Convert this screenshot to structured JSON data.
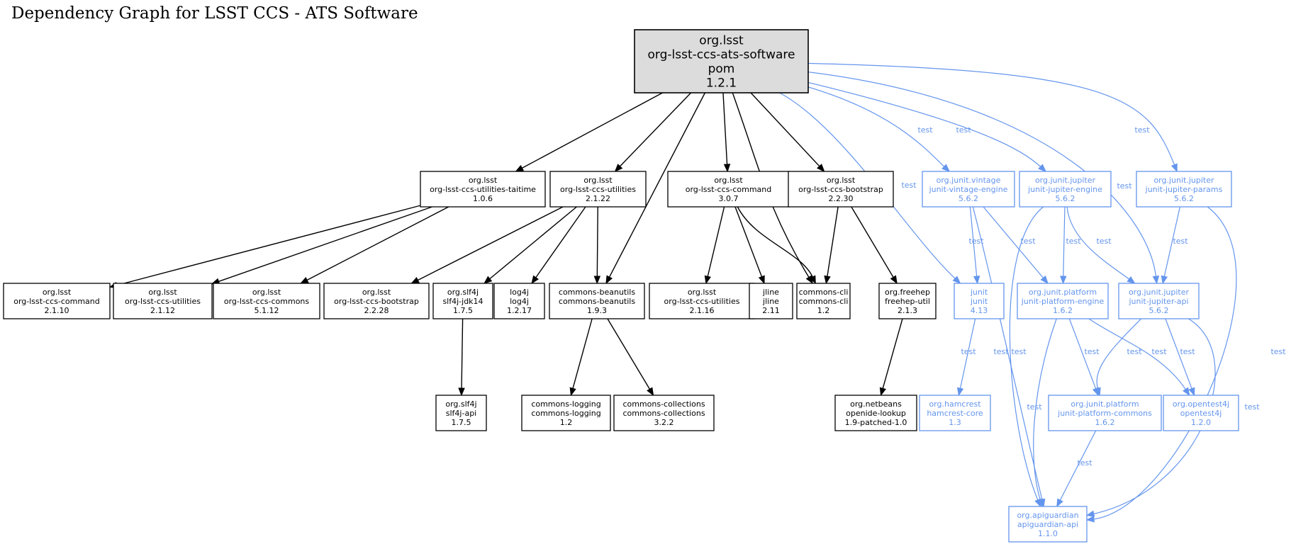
{
  "title": "Dependency Graph for LSST CCS - ATS Software",
  "colors": {
    "compile": "#000000",
    "test": "#6495ED",
    "root_fill": "#DCDCDC"
  },
  "nodes": [
    {
      "id": "root",
      "lines": [
        "org.lsst",
        "org-lsst-ccs-ats-software",
        "pom",
        "1.2.1"
      ],
      "kind": "root"
    },
    {
      "id": "taitime",
      "lines": [
        "org.lsst",
        "org-lsst-ccs-utilities-taitime",
        "1.0.6"
      ],
      "kind": "compile"
    },
    {
      "id": "util2122",
      "lines": [
        "org.lsst",
        "org-lsst-ccs-utilities",
        "2.1.22"
      ],
      "kind": "compile"
    },
    {
      "id": "cmd307",
      "lines": [
        "org.lsst",
        "org-lsst-ccs-command",
        "3.0.7"
      ],
      "kind": "compile"
    },
    {
      "id": "boot2230",
      "lines": [
        "org.lsst",
        "org-lsst-ccs-bootstrap",
        "2.2.30"
      ],
      "kind": "compile"
    },
    {
      "id": "vintage",
      "lines": [
        "org.junit.vintage",
        "junit-vintage-engine",
        "5.6.2"
      ],
      "kind": "test"
    },
    {
      "id": "jupeng",
      "lines": [
        "org.junit.jupiter",
        "junit-jupiter-engine",
        "5.6.2"
      ],
      "kind": "test"
    },
    {
      "id": "jupparams",
      "lines": [
        "org.junit.jupiter",
        "junit-jupiter-params",
        "5.6.2"
      ],
      "kind": "test"
    },
    {
      "id": "cmd2110",
      "lines": [
        "org.lsst",
        "org-lsst-ccs-command",
        "2.1.10"
      ],
      "kind": "compile"
    },
    {
      "id": "util2112",
      "lines": [
        "org.lsst",
        "org-lsst-ccs-utilities",
        "2.1.12"
      ],
      "kind": "compile"
    },
    {
      "id": "commons5112",
      "lines": [
        "org.lsst",
        "org-lsst-ccs-commons",
        "5.1.12"
      ],
      "kind": "compile"
    },
    {
      "id": "boot2228",
      "lines": [
        "org.lsst",
        "org-lsst-ccs-bootstrap",
        "2.2.28"
      ],
      "kind": "compile"
    },
    {
      "id": "slf4jdk",
      "lines": [
        "org.slf4j",
        "slf4j-jdk14",
        "1.7.5"
      ],
      "kind": "compile"
    },
    {
      "id": "log4j",
      "lines": [
        "log4j",
        "log4j",
        "1.2.17"
      ],
      "kind": "compile"
    },
    {
      "id": "beanutils",
      "lines": [
        "commons-beanutils",
        "commons-beanutils",
        "1.9.3"
      ],
      "kind": "compile"
    },
    {
      "id": "util2116",
      "lines": [
        "org.lsst",
        "org-lsst-ccs-utilities",
        "2.1.16"
      ],
      "kind": "compile"
    },
    {
      "id": "jline",
      "lines": [
        "jline",
        "jline",
        "2.11"
      ],
      "kind": "compile"
    },
    {
      "id": "cli",
      "lines": [
        "commons-cli",
        "commons-cli",
        "1.2"
      ],
      "kind": "compile"
    },
    {
      "id": "freehep",
      "lines": [
        "org.freehep",
        "freehep-util",
        "2.1.3"
      ],
      "kind": "compile"
    },
    {
      "id": "junit",
      "lines": [
        "junit",
        "junit",
        "4.13"
      ],
      "kind": "test"
    },
    {
      "id": "platengine",
      "lines": [
        "org.junit.platform",
        "junit-platform-engine",
        "1.6.2"
      ],
      "kind": "test"
    },
    {
      "id": "jupapi",
      "lines": [
        "org.junit.jupiter",
        "junit-jupiter-api",
        "5.6.2"
      ],
      "kind": "test"
    },
    {
      "id": "slf4japi",
      "lines": [
        "org.slf4j",
        "slf4j-api",
        "1.7.5"
      ],
      "kind": "compile"
    },
    {
      "id": "logging",
      "lines": [
        "commons-logging",
        "commons-logging",
        "1.2"
      ],
      "kind": "compile"
    },
    {
      "id": "collections",
      "lines": [
        "commons-collections",
        "commons-collections",
        "3.2.2"
      ],
      "kind": "compile"
    },
    {
      "id": "openide",
      "lines": [
        "org.netbeans",
        "openide-lookup",
        "1.9-patched-1.0"
      ],
      "kind": "compile"
    },
    {
      "id": "hamcrest",
      "lines": [
        "org.hamcrest",
        "hamcrest-core",
        "1.3"
      ],
      "kind": "test"
    },
    {
      "id": "platcommons",
      "lines": [
        "org.junit.platform",
        "junit-platform-commons",
        "1.6.2"
      ],
      "kind": "test"
    },
    {
      "id": "opentest4j",
      "lines": [
        "org.opentest4j",
        "opentest4j",
        "1.2.0"
      ],
      "kind": "test"
    },
    {
      "id": "apiguardian",
      "lines": [
        "org.apiguardian",
        "apiguardian-api",
        "1.1.0"
      ],
      "kind": "test"
    }
  ],
  "edges": [
    {
      "id": "e1",
      "from": "root",
      "to": "taitime",
      "kind": "compile",
      "label": ""
    },
    {
      "id": "e2",
      "from": "root",
      "to": "util2122",
      "kind": "compile",
      "label": ""
    },
    {
      "id": "e3",
      "from": "root",
      "to": "beanutils",
      "kind": "compile",
      "label": ""
    },
    {
      "id": "e4",
      "from": "root",
      "to": "cmd307",
      "kind": "compile",
      "label": ""
    },
    {
      "id": "e5",
      "from": "root",
      "to": "cli",
      "kind": "compile",
      "label": ""
    },
    {
      "id": "e6",
      "from": "root",
      "to": "boot2230",
      "kind": "compile",
      "label": ""
    },
    {
      "id": "e7",
      "from": "root",
      "to": "junit",
      "kind": "test",
      "label": "test"
    },
    {
      "id": "e8",
      "from": "root",
      "to": "vintage",
      "kind": "test",
      "label": "test"
    },
    {
      "id": "e9",
      "from": "root",
      "to": "jupeng",
      "kind": "test",
      "label": "test"
    },
    {
      "id": "e10",
      "from": "root",
      "to": "jupapi",
      "kind": "test",
      "label": "test"
    },
    {
      "id": "e11",
      "from": "root",
      "to": "jupparams",
      "kind": "test",
      "label": "test"
    },
    {
      "id": "e12",
      "from": "taitime",
      "to": "cmd2110",
      "kind": "compile",
      "label": ""
    },
    {
      "id": "e13",
      "from": "taitime",
      "to": "util2112",
      "kind": "compile",
      "label": ""
    },
    {
      "id": "e14",
      "from": "taitime",
      "to": "commons5112",
      "kind": "compile",
      "label": ""
    },
    {
      "id": "e15",
      "from": "util2122",
      "to": "boot2228",
      "kind": "compile",
      "label": ""
    },
    {
      "id": "e16",
      "from": "util2122",
      "to": "slf4jdk",
      "kind": "compile",
      "label": ""
    },
    {
      "id": "e17",
      "from": "util2122",
      "to": "log4j",
      "kind": "compile",
      "label": ""
    },
    {
      "id": "e18",
      "from": "util2122",
      "to": "beanutils",
      "kind": "compile",
      "label": ""
    },
    {
      "id": "e19",
      "from": "cmd307",
      "to": "util2116",
      "kind": "compile",
      "label": ""
    },
    {
      "id": "e20",
      "from": "cmd307",
      "to": "jline",
      "kind": "compile",
      "label": ""
    },
    {
      "id": "e21",
      "from": "cmd307",
      "to": "cli",
      "kind": "compile",
      "label": ""
    },
    {
      "id": "e22",
      "from": "boot2230",
      "to": "cli",
      "kind": "compile",
      "label": ""
    },
    {
      "id": "e23",
      "from": "boot2230",
      "to": "freehep",
      "kind": "compile",
      "label": ""
    },
    {
      "id": "e24",
      "from": "slf4jdk",
      "to": "slf4japi",
      "kind": "compile",
      "label": ""
    },
    {
      "id": "e25",
      "from": "beanutils",
      "to": "logging",
      "kind": "compile",
      "label": ""
    },
    {
      "id": "e26",
      "from": "beanutils",
      "to": "collections",
      "kind": "compile",
      "label": ""
    },
    {
      "id": "e27",
      "from": "freehep",
      "to": "openide",
      "kind": "compile",
      "label": ""
    },
    {
      "id": "e28",
      "from": "vintage",
      "to": "junit",
      "kind": "test",
      "label": "test"
    },
    {
      "id": "e29",
      "from": "vintage",
      "to": "platengine",
      "kind": "test",
      "label": "test"
    },
    {
      "id": "e30",
      "from": "vintage",
      "to": "apiguardian",
      "kind": "test",
      "label": "test"
    },
    {
      "id": "e31",
      "from": "jupeng",
      "to": "platengine",
      "kind": "test",
      "label": "test"
    },
    {
      "id": "e32",
      "from": "jupeng",
      "to": "jupapi",
      "kind": "test",
      "label": "test"
    },
    {
      "id": "e33",
      "from": "jupeng",
      "to": "apiguardian",
      "kind": "test",
      "label": "test"
    },
    {
      "id": "e34",
      "from": "jupparams",
      "to": "jupapi",
      "kind": "test",
      "label": "test"
    },
    {
      "id": "e35",
      "from": "jupparams",
      "to": "apiguardian",
      "kind": "test",
      "label": "test"
    },
    {
      "id": "e36",
      "from": "junit",
      "to": "hamcrest",
      "kind": "test",
      "label": "test"
    },
    {
      "id": "e37",
      "from": "platengine",
      "to": "platcommons",
      "kind": "test",
      "label": "test"
    },
    {
      "id": "e38",
      "from": "platengine",
      "to": "opentest4j",
      "kind": "test",
      "label": "test"
    },
    {
      "id": "e39",
      "from": "platengine",
      "to": "apiguardian",
      "kind": "test",
      "label": "test"
    },
    {
      "id": "e40",
      "from": "jupapi",
      "to": "platcommons",
      "kind": "test",
      "label": "test"
    },
    {
      "id": "e41",
      "from": "jupapi",
      "to": "opentest4j",
      "kind": "test",
      "label": "test"
    },
    {
      "id": "e42",
      "from": "jupapi",
      "to": "apiguardian",
      "kind": "test",
      "label": "test"
    },
    {
      "id": "e43",
      "from": "platcommons",
      "to": "apiguardian",
      "kind": "test",
      "label": "test"
    }
  ]
}
